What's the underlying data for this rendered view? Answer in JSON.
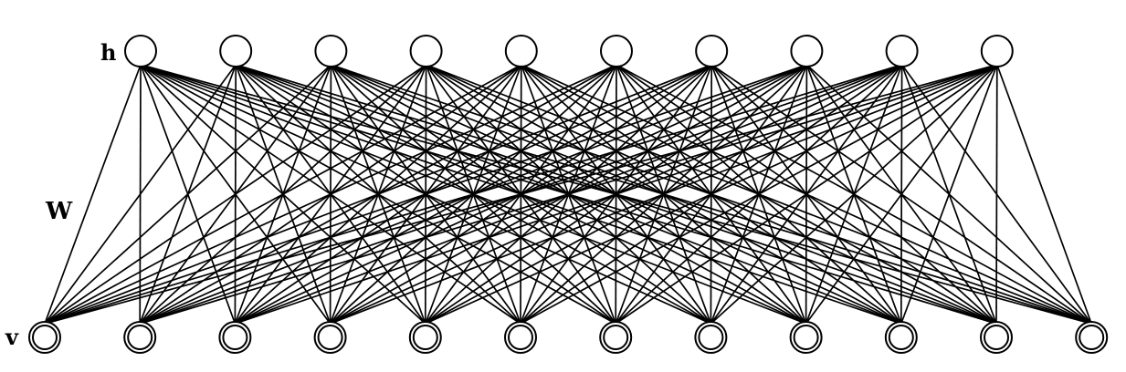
{
  "diagram": {
    "type": "restricted-boltzmann-machine",
    "hidden_layer": {
      "label": "h",
      "unit_count": 10,
      "unit_style": "single-circle"
    },
    "visible_layer": {
      "label": "v",
      "unit_count": 12,
      "unit_style": "double-circle"
    },
    "weights": {
      "label": "W",
      "connectivity": "fully-connected-bipartite"
    },
    "colors": {
      "stroke": "#000000",
      "fill": "#ffffff",
      "text": "#000000"
    }
  }
}
